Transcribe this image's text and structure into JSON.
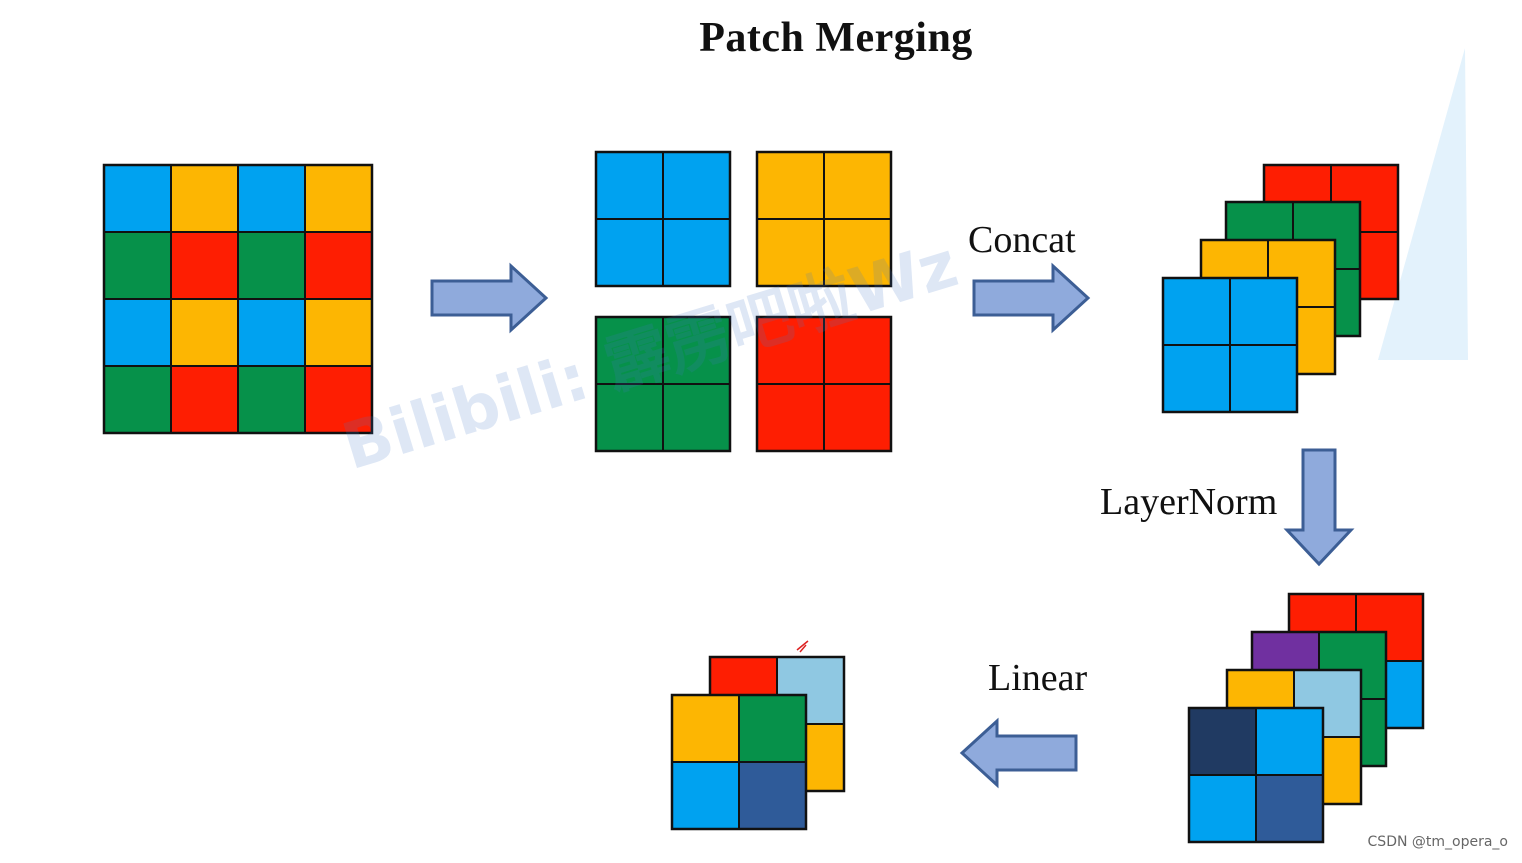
{
  "title": "Patch Merging",
  "labels": {
    "concat": "Concat",
    "layernorm": "LayerNorm",
    "linear": "Linear"
  },
  "watermark": "Bilibili: 霹雳吧啦Wz",
  "credit": "CSDN @tm_opera_o",
  "colors": {
    "blue": "#00A2F0",
    "yellow": "#FDB602",
    "green": "#06914A",
    "red": "#FE1E02",
    "purple": "#7030A0",
    "light_blue": "#8FC8E2",
    "navy": "#203A62",
    "steel_blue": "#2F5B99",
    "arrow_fill": "#8FAADC",
    "arrow_stroke": "#3C5E95"
  },
  "input_grid": [
    [
      "blue",
      "yellow",
      "blue",
      "yellow"
    ],
    [
      "green",
      "red",
      "green",
      "red"
    ],
    [
      "blue",
      "yellow",
      "blue",
      "yellow"
    ],
    [
      "green",
      "red",
      "green",
      "red"
    ]
  ],
  "split_blocks": [
    "blue",
    "yellow",
    "green",
    "red"
  ],
  "concat_stack": [
    "red",
    "green",
    "yellow",
    "blue"
  ],
  "normed_stack": [
    [
      "red",
      "red",
      "red",
      "blue"
    ],
    [
      "purple",
      "green",
      "green",
      "green"
    ],
    [
      "yellow",
      "light_blue",
      "light_blue",
      "yellow"
    ],
    [
      "navy",
      "blue",
      "blue",
      "steel_blue"
    ]
  ],
  "linear_stack": [
    [
      "red",
      "light_blue",
      "red",
      "yellow"
    ],
    [
      "yellow",
      "green",
      "blue",
      "steel_blue"
    ]
  ]
}
